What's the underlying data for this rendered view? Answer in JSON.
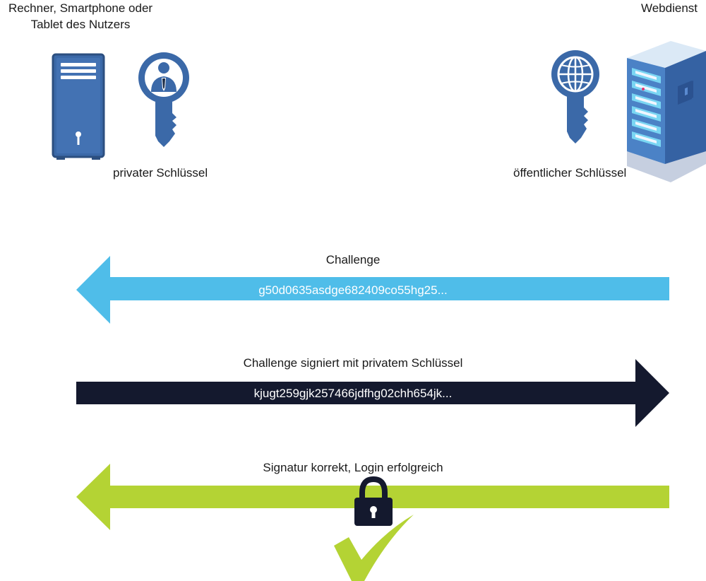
{
  "user_side": {
    "device_label": "Rechner, Smartphone oder Tablet des Nutzers",
    "private_key_label": "privater Schlüssel"
  },
  "service_side": {
    "title": "Webdienst",
    "public_key_label": "öffentlicher Schlüssel"
  },
  "steps": [
    {
      "title": "Challenge",
      "code": "g50d0635asdge682409co55hg25...",
      "direction": "left",
      "color": "#4fbde9"
    },
    {
      "title": "Challenge signiert mit privatem Schlüssel",
      "code": "kjugt259gjk257466jdfhg02chh654jk...",
      "direction": "right",
      "color": "#14192e"
    },
    {
      "title": "Signatur korrekt, Login erfolgreich",
      "code": "",
      "direction": "left",
      "color": "#b4d334"
    }
  ],
  "colors": {
    "icon_blue": "#3b69a8",
    "icon_dark": "#2c4f80",
    "server_light": "#dbe9f6",
    "server_body": "#3f72b8",
    "lock": "#14192e",
    "check": "#b4d334"
  },
  "icons": [
    "computer-tower-icon",
    "user-key-icon",
    "globe-key-icon",
    "server-rack-icon",
    "padlock-icon",
    "checkmark-icon"
  ]
}
